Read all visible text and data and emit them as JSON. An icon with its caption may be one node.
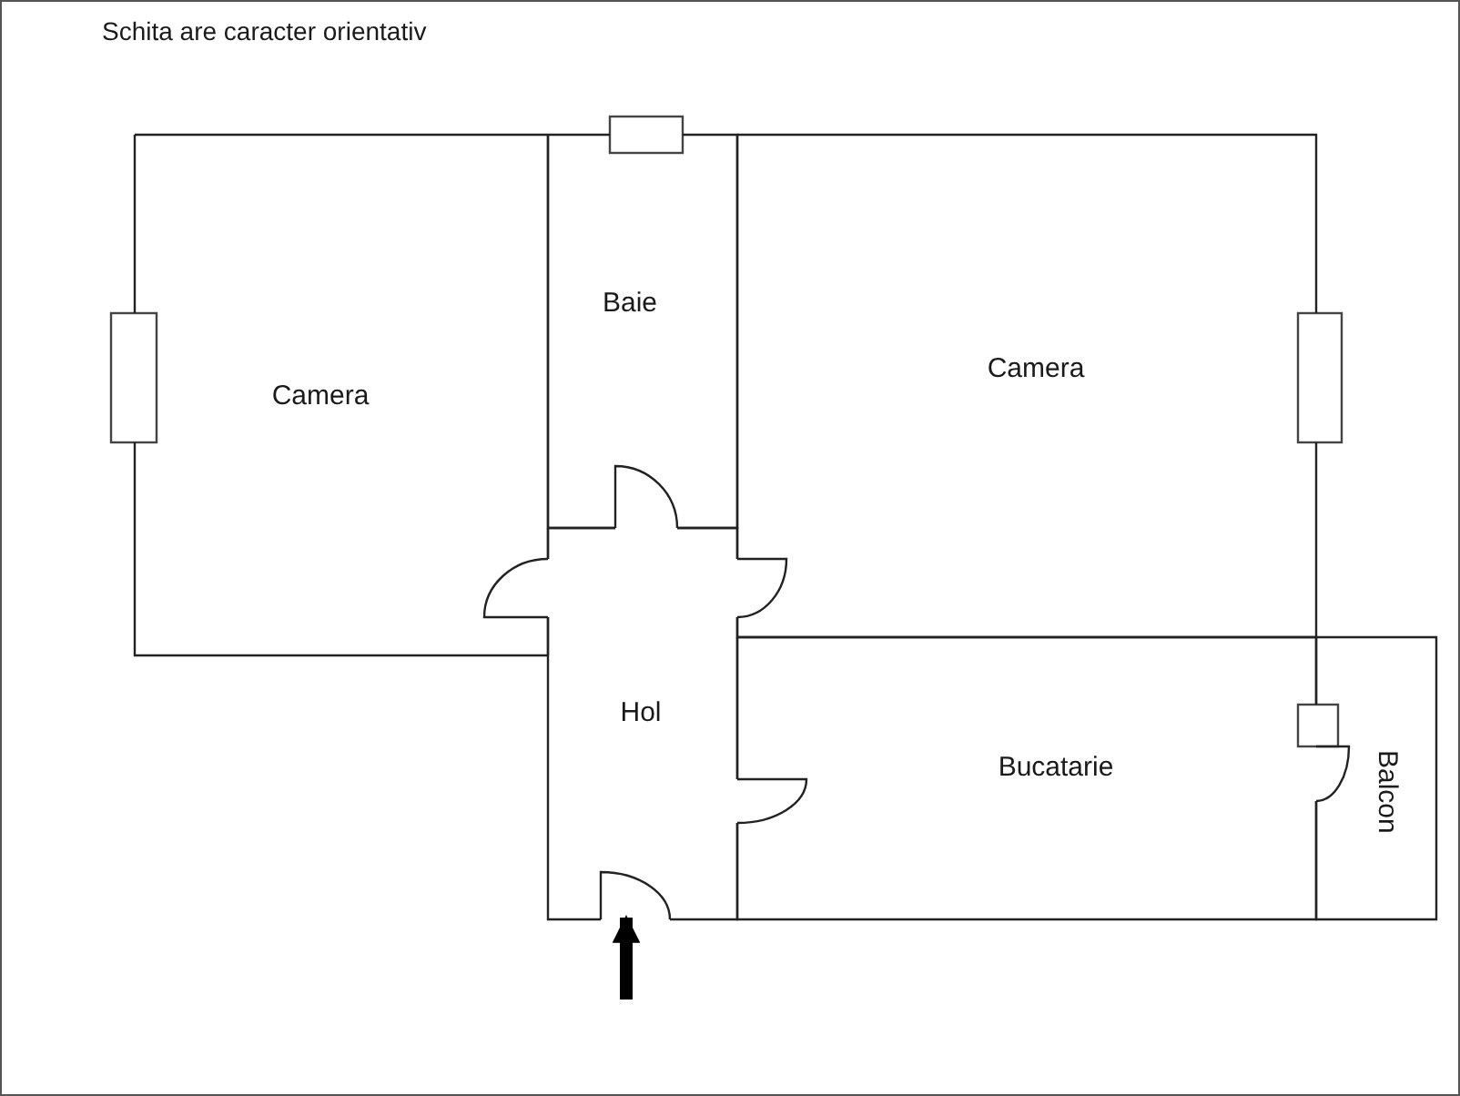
{
  "diagram": {
    "title": "Schita are caracter orientativ",
    "nodes": [
      {
        "text": [
          "Camera"
        ]
      },
      {
        "text": [
          "Baie"
        ]
      },
      {
        "text": [
          "Camera"
        ]
      },
      {
        "text": [
          "Hol"
        ]
      },
      {
        "text": [
          "Bucatarie"
        ]
      },
      {
        "text": [
          "Balcon"
        ]
      }
    ],
    "edges": [
      {
        "from": null,
        "to": 3,
        "arrow": "to"
      }
    ]
  }
}
